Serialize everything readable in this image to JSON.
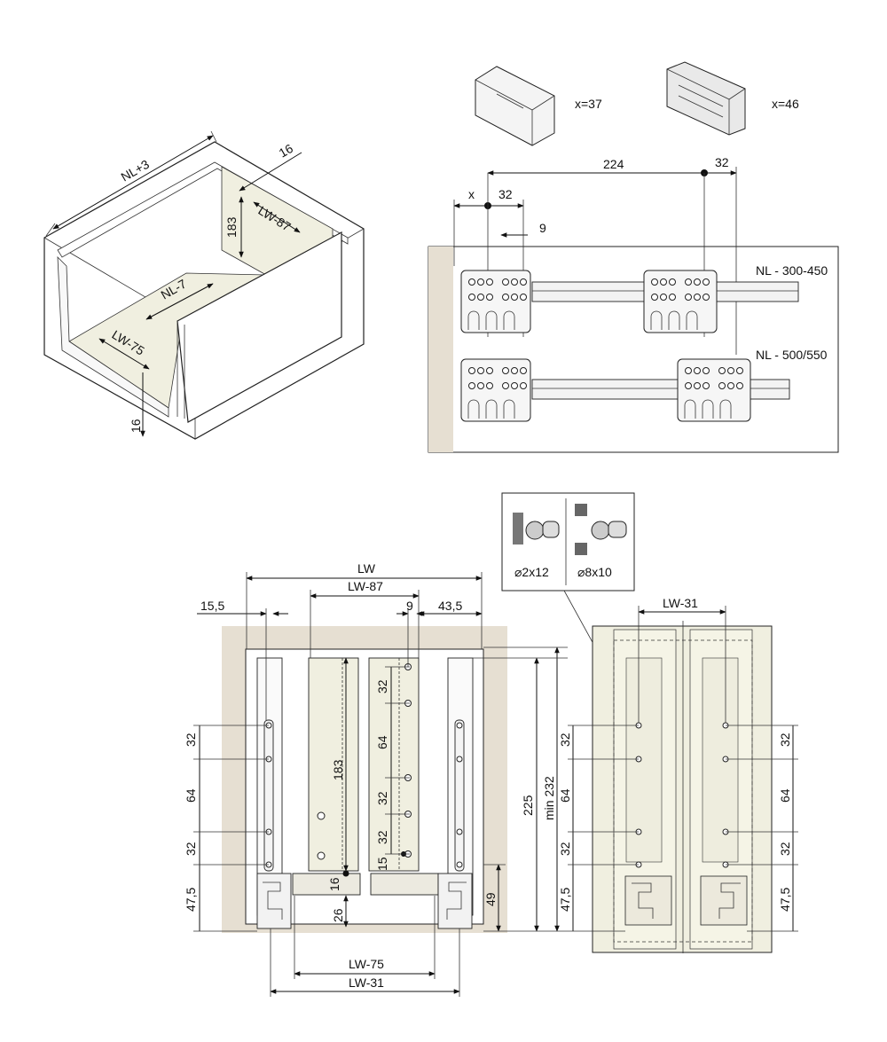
{
  "iso": {
    "nl_plus_3": "NL+3",
    "t16_top": "16",
    "h183": "183",
    "lw87": "LW-87",
    "nl7": "NL-7",
    "lw75": "LW-75",
    "t16_bottom": "16"
  },
  "fronts": {
    "x37": "x=37",
    "x46": "x=46"
  },
  "runner": {
    "x": "x",
    "d32a": "32",
    "d224": "224",
    "d32b": "32",
    "d9": "9",
    "nl_300_450": "NL - 300-450",
    "nl_500_550": "NL - 500/550"
  },
  "front_view": {
    "lw": "LW",
    "lw87": "LW-87",
    "d15_5": "15,5",
    "d9": "9",
    "d43_5": "43,5",
    "left32a": "32",
    "left64": "64",
    "left32b": "32",
    "left47_5": "47,5",
    "h183": "183",
    "h16": "16",
    "h26": "26",
    "c32a": "32",
    "c64": "64",
    "c32b": "32",
    "c32c": "32",
    "c15": "15",
    "h225": "225",
    "min232": "min 232",
    "h49": "49",
    "lw75": "LW-75",
    "lw31": "LW-31"
  },
  "screws": {
    "s1": "⌀2x12",
    "s2": "⌀8x10"
  },
  "back_view": {
    "lw31": "LW-31",
    "l32a": "32",
    "l64": "64",
    "l32b": "32",
    "l47_5": "47,5",
    "r32a": "32",
    "r64": "64",
    "r32b": "32",
    "r47_5": "47,5"
  }
}
